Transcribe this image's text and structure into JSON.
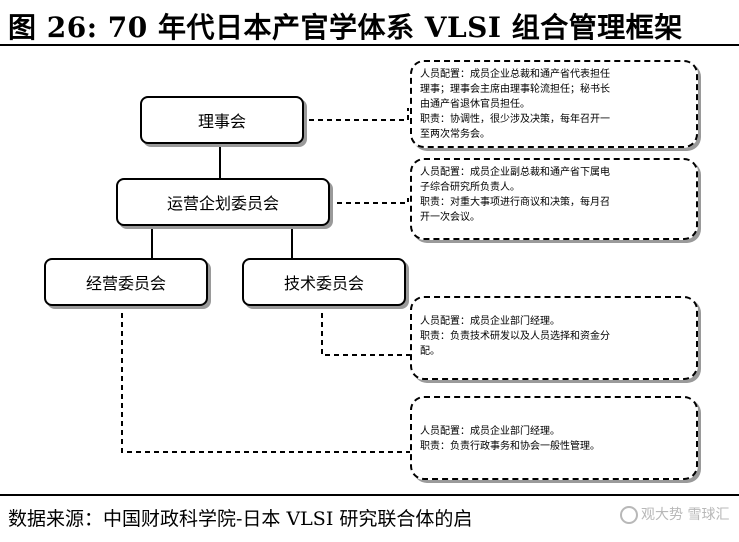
{
  "header": {
    "title": "图 26:  70 年代日本产官学体系 VLSI 组合管理框架"
  },
  "nodes": {
    "board": "理事会",
    "planning": "运营企划委员会",
    "management": "经营委员会",
    "technical": "技术委员会"
  },
  "notes": {
    "board": [
      "人员配置：成员企业总裁和通产省代表担任",
      "理事；理事会主席由理事轮流担任；秘书长",
      "由通产省退休官员担任。",
      "职责：协调性，很少涉及决策，每年召开一",
      "至两次常务会。"
    ],
    "planning": [
      "人员配置：成员企业副总裁和通产省下属电",
      "子综合研究所负责人。",
      "职责：对重大事项进行商议和决策，每月召",
      "开一次会议。"
    ],
    "technical": [
      "人员配置：成员企业部门经理。",
      "职责：负责技术研发以及人员选择和资金分",
      "配。"
    ],
    "management": [
      "人员配置：成员企业部门经理。",
      "职责：负责行政事务和协会一般性管理。"
    ]
  },
  "footer": {
    "source": "数据来源：中国财政科学院-日本 VLSI 研究联合体的启",
    "watermark": "观大势 雪球汇"
  }
}
